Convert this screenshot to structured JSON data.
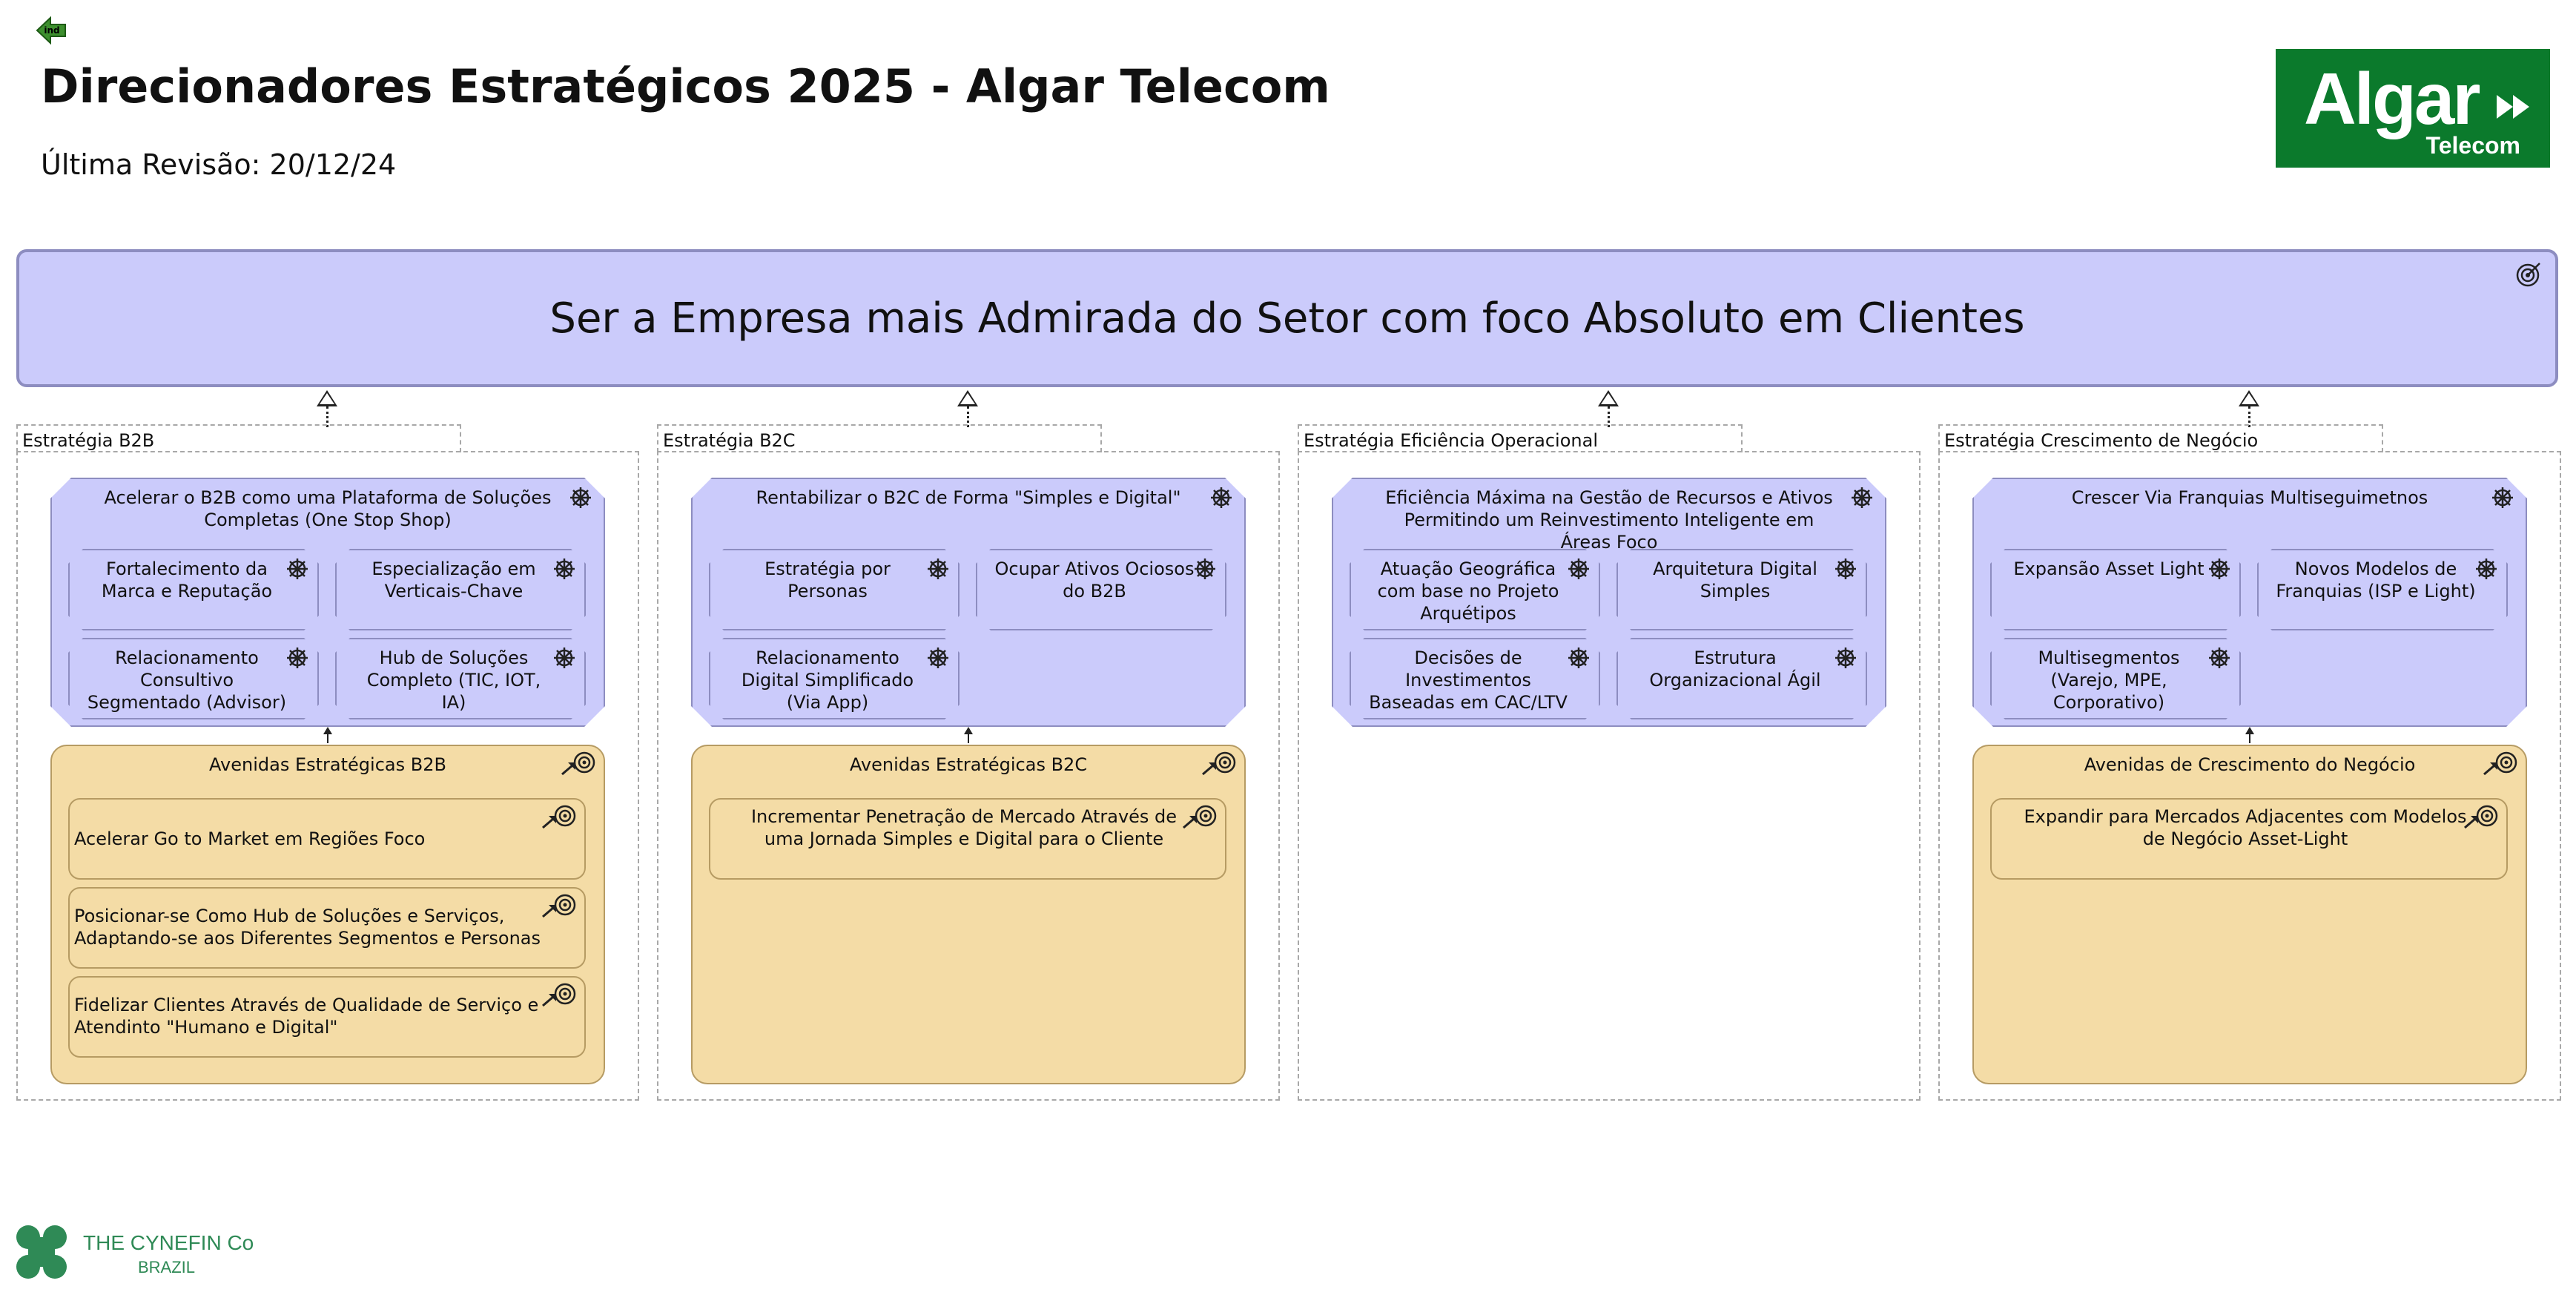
{
  "header": {
    "title": "Direcionadores Estratégicos 2025 - Algar Telecom",
    "revision": "Última Revisão: 20/12/24",
    "ind_icon_label": "ind",
    "logo_text": "Algar",
    "logo_subtext": "Telecom"
  },
  "vision": {
    "text": "Ser a Empresa mais Admirada do Setor com foco Absoluto em Clientes",
    "icon": "target-icon"
  },
  "columns": [
    {
      "label": "Estratégia B2B",
      "strategy": {
        "title": "Acelerar o B2B como uma Plataforma de Soluções Completas (One Stop Shop)",
        "items": [
          "Fortalecimento da Marca e Reputação",
          "Especialização em Verticais-Chave",
          "Relacionamento Consultivo Segmentado (Advisor)",
          "Hub de Soluções Completo (TIC, IOT, IA)"
        ]
      },
      "avenue": {
        "title": "Avenidas Estratégicas B2B",
        "goals": [
          "Acelerar Go to Market em Regiões Foco",
          "Posicionar-se Como Hub de Soluções e Serviços, Adaptando-se aos Diferentes Segmentos e Personas",
          "Fidelizar Clientes Através de Qualidade de Serviço e Atendinto \"Humano e Digital\""
        ]
      }
    },
    {
      "label": "Estratégia B2C",
      "strategy": {
        "title": "Rentabilizar o B2C de Forma \"Simples e Digital\"",
        "items": [
          "Estratégia por Personas",
          "Ocupar Ativos Ociosos do B2B",
          "Relacionamento Digital Simplificado (Via App)"
        ]
      },
      "avenue": {
        "title": "Avenidas Estratégicas B2C",
        "goals": [
          "Incrementar Penetração de Mercado Através de uma Jornada Simples e Digital para o Cliente"
        ]
      }
    },
    {
      "label": "Estratégia Eficiência Operacional",
      "strategy": {
        "title": "Eficiência Máxima na Gestão de Recursos e Ativos Permitindo um Reinvestimento Inteligente em Áreas Foco",
        "items": [
          "Atuação Geográfica com base no Projeto Arquétipos",
          "Arquitetura Digital Simples",
          "Decisões de Investimentos Baseadas em CAC/LTV",
          "Estrutura Organizacional Ágil"
        ]
      }
    },
    {
      "label": "Estratégia Crescimento de Negócio",
      "strategy": {
        "title": "Crescer Via Franquias Multiseguimetnos",
        "items": [
          "Expansão Asset Light",
          "Novos Modelos de Franquias (ISP e Light)",
          "Multisegmentos (Varejo, MPE, Corporativo)"
        ]
      },
      "avenue": {
        "title": "Avenidas de Crescimento do Negócio",
        "goals": [
          "Expandir para Mercados Adjacentes com Modelos de Negócio Asset-Light"
        ]
      }
    }
  ],
  "footer": {
    "brand": "THE CYNEFIN Co",
    "sub": "BRAZIL"
  },
  "colors": {
    "strategy_fill": "#cbcbfb",
    "avenue_fill": "#f4dca6",
    "logo_green": "#0b7a2c",
    "cynefin_green": "#2f8a56"
  }
}
